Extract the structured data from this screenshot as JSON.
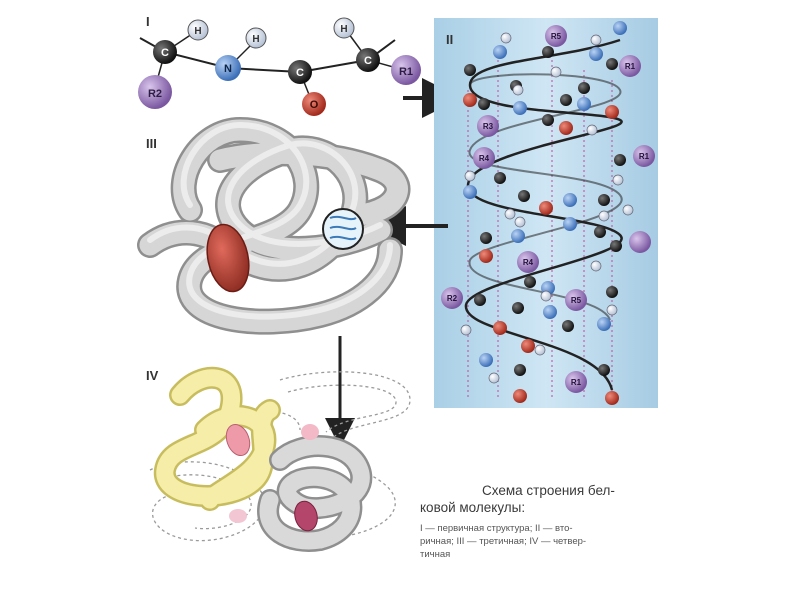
{
  "labels": {
    "primary": "I",
    "secondary": "II",
    "tertiary": "III",
    "quaternary": "IV"
  },
  "atoms": {
    "H": "H",
    "N": "N",
    "C": "C",
    "O": "O",
    "R1": "R1",
    "R2": "R2",
    "R3": "R3",
    "R4": "R4",
    "R5": "R5"
  },
  "caption": {
    "title_line1": "Схема строения бел-",
    "title_line2": "ковой молекулы:",
    "legend_line1": "I — первичная структура; II — вто-",
    "legend_line2": "ричная; III — третичная; IV — четвер-",
    "legend_line3": "тичная"
  },
  "colors": {
    "carbon": "#222222",
    "nitrogen": "#5b8ed6",
    "oxygen": "#c0392b",
    "hydrogen": "#e8eef8",
    "radical": "#9b7bb8",
    "helix_bg": "#bcd9ec",
    "chain_grey": "#cfcfcf",
    "chain_yellow": "#f3eba2",
    "heme": "#b0443a",
    "pink_sub": "#e9a8b4"
  }
}
